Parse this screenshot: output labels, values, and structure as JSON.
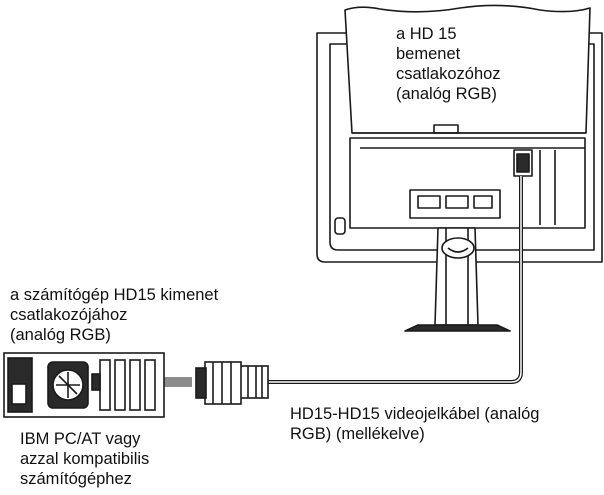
{
  "labels": {
    "monitor_input": "a HD 15\nbemenet\ncsatlakozóhoz\n(analóg RGB)",
    "pc_output": "a számítógép HD15 kimenet\ncsatlakozójához\n(analóg RGB)",
    "cable": "HD15-HD15 videojelkábel (analóg\nRGB) (mellékelve)",
    "pc": "IBM PC/AT vagy\nazzal kompatibilis\nszámítógéphez"
  },
  "colors": {
    "line": "#1a1a1a",
    "arrow": "#8c8c8c",
    "fill_light": "#ffffff",
    "fill_dark": "#2a2a2a"
  },
  "icons": {
    "monitor": "monitor-rear-icon",
    "computer": "computer-tower-icon",
    "cable": "vga-cable-icon",
    "arrow": "arrow-left-icon"
  }
}
